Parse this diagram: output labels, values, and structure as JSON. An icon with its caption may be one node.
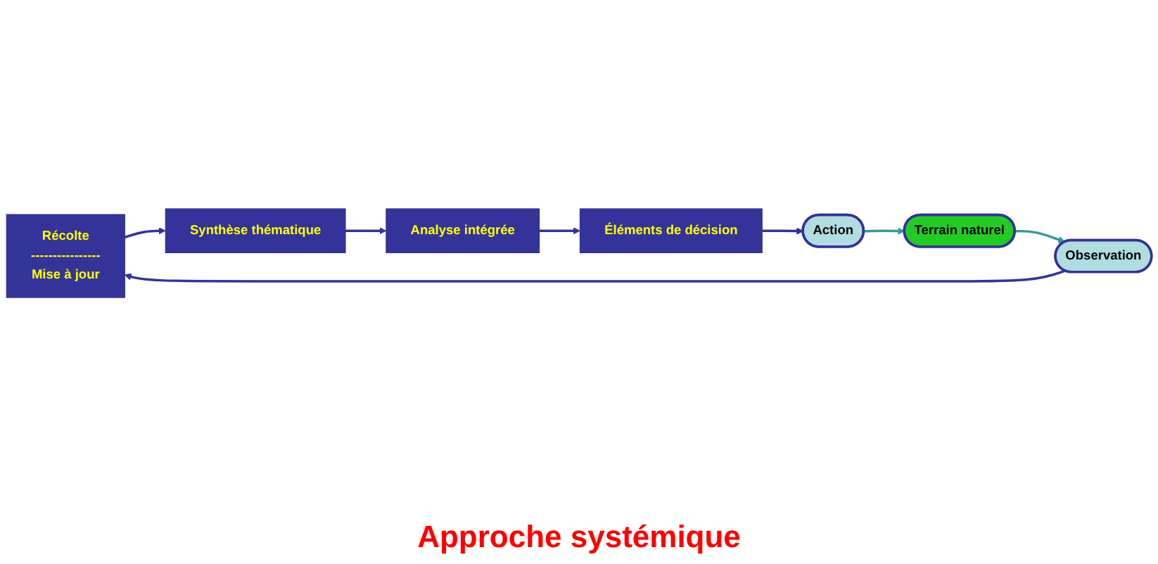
{
  "diagram": {
    "nodes": [
      {
        "text": [
          "Récolte",
          "----------------",
          "Mise à jour"
        ]
      },
      {
        "text": [
          "Synthèse thématique"
        ]
      },
      {
        "text": [
          "Analyse intégrée"
        ]
      },
      {
        "text": [
          "Éléments de décision"
        ]
      },
      {
        "text": [
          "Action"
        ]
      },
      {
        "text": [
          "Terrain naturel"
        ]
      },
      {
        "text": [
          "Observation"
        ]
      }
    ],
    "edges": [
      {
        "from": 0,
        "to": 1,
        "arrow": "to"
      },
      {
        "from": 1,
        "to": 2,
        "arrow": "to"
      },
      {
        "from": 2,
        "to": 3,
        "arrow": "to"
      },
      {
        "from": 3,
        "to": 4,
        "arrow": "to"
      },
      {
        "from": 4,
        "to": 5,
        "arrow": "to",
        "color": "#339999"
      },
      {
        "from": 5,
        "to": 6,
        "arrow": "to",
        "color": "#339999"
      },
      {
        "from": 6,
        "to": 0,
        "arrow": "to"
      }
    ],
    "labels": [
      "Approche systémique"
    ]
  }
}
